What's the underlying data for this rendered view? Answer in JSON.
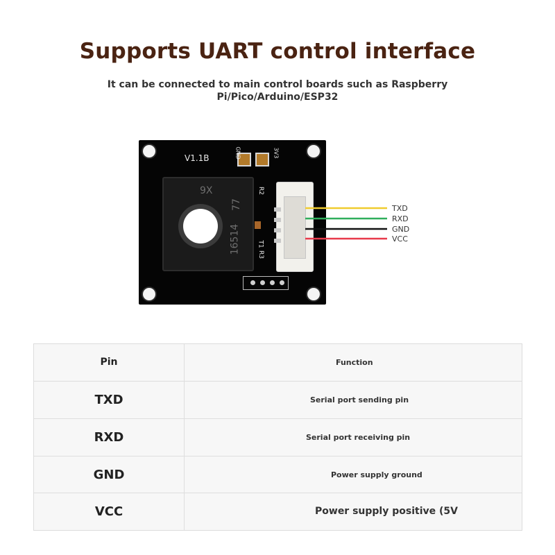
{
  "title": "Supports UART control interface",
  "subtitle": {
    "line1": "It can be connected to main control boards such as Raspberry",
    "line2": "Pi/Pico/Arduino/ESP32"
  },
  "board": {
    "version": "V1.1B",
    "pad_labels": [
      "GND",
      "3V3"
    ],
    "component_labels": [
      "R2",
      "R3",
      "T1"
    ],
    "sensor_markings": [
      "9X",
      "77",
      "16514"
    ],
    "colors": {
      "pcb": "#050505",
      "pads": "#b27a2a"
    }
  },
  "wires": [
    {
      "label": "TXD",
      "color": "#f0cc2e"
    },
    {
      "label": "RXD",
      "color": "#2fae5b"
    },
    {
      "label": "GND",
      "color": "#111111"
    },
    {
      "label": "VCC",
      "color": "#e8394a"
    }
  ],
  "table": {
    "headers": [
      "Pin",
      "Function"
    ],
    "rows": [
      {
        "pin": "TXD",
        "function": "Serial port sending pin"
      },
      {
        "pin": "RXD",
        "function": "Serial port receiving pin"
      },
      {
        "pin": "GND",
        "function": "Power supply ground"
      },
      {
        "pin": "VCC",
        "function": "Power supply positive (5V"
      }
    ]
  }
}
